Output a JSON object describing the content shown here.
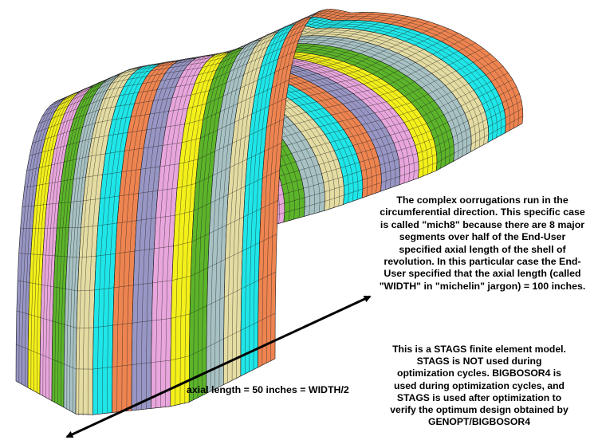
{
  "figure": {
    "colors": {
      "background": "#ffffff",
      "mesh_line": "#1a1a1a",
      "segments": [
        "#9896c4",
        "#f4f01a",
        "#e8a6dc",
        "#5cb42a",
        "#a8c2c4",
        "#e4dca2",
        "#1fe6e8",
        "#ee8450"
      ]
    },
    "corrugation_note": "The complex oorrugations run in the\ncircumferential direction. This specific case\nis called \"mich8\" because there are 8 major\nsegments over half of the End-User\nspecified axial length of the shell of\nrevolution. In this particular case the End-\nUser specified that the axial length (called\n\"WIDTH\" in \"michelin\" jargon) = 100 inches.",
    "stags_note": "This is a STAGS finite element model.\nSTAGS is NOT used during\noptimization cycles. BIGBOSOR4 is\nused during optimization cycles, and\nSTAGS is used after optimization to\nverify the optimum design obtained by\nGENOPT/BIGBOSOR4",
    "axial_length_label": "axial length = 50 inches = WIDTH/2",
    "icons": [
      "double-headed-arrow"
    ]
  }
}
